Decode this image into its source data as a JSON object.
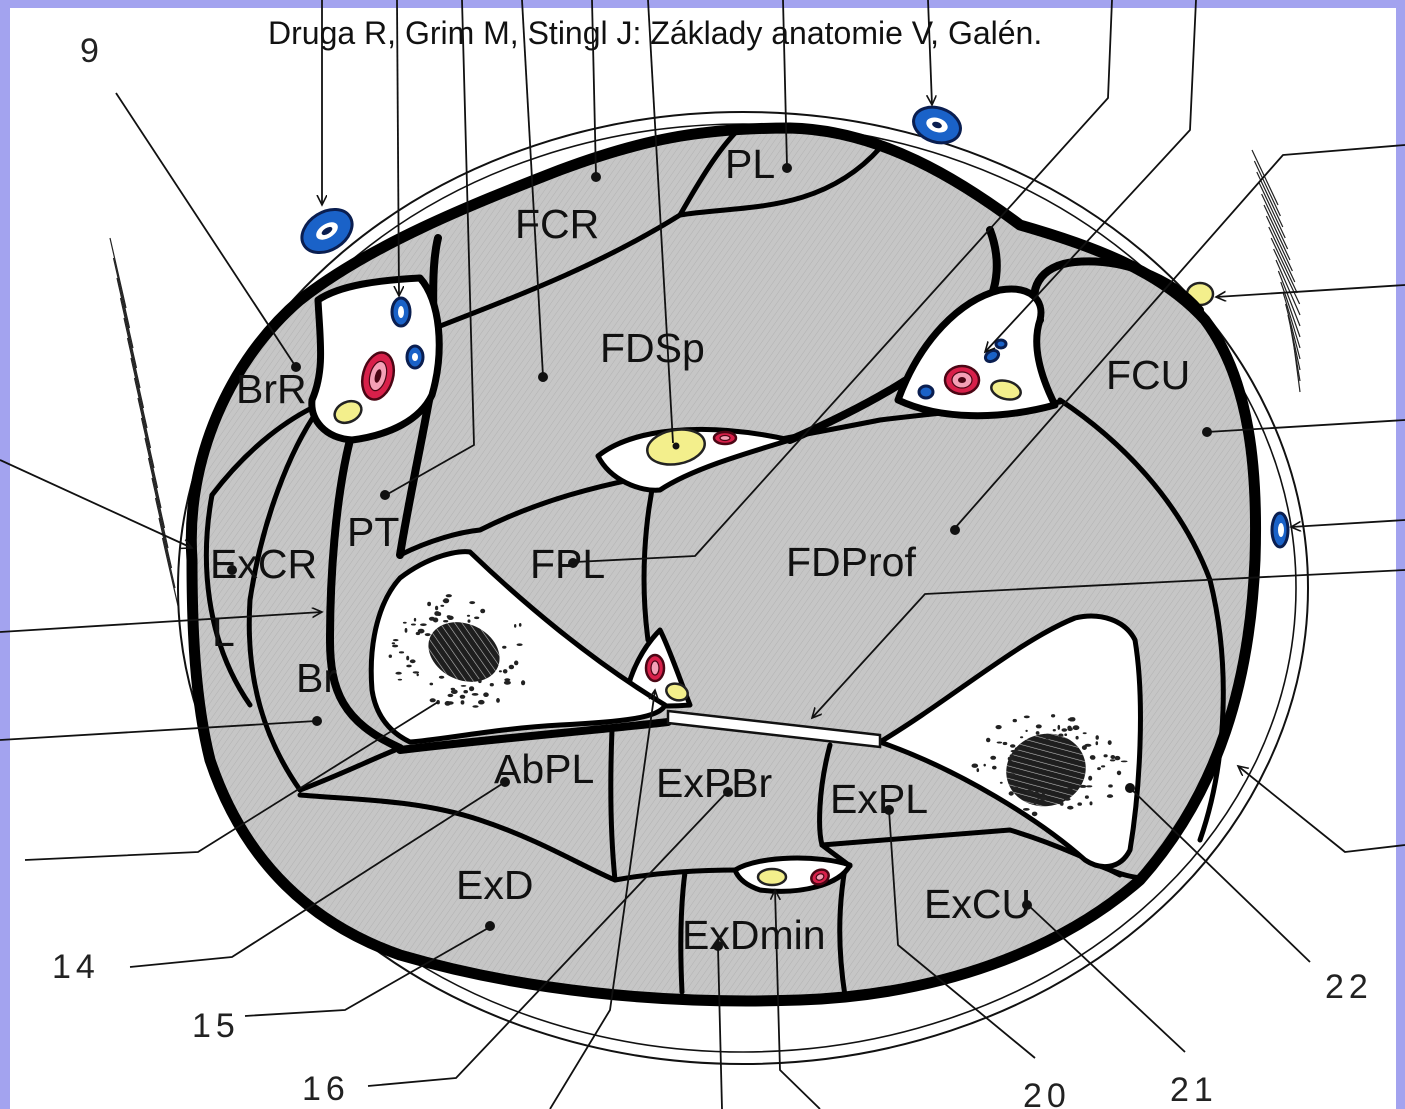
{
  "caption": "Druga R, Grim M, Stingl J: Základy anatomie V, Galén.",
  "labels": {
    "pl": "PL",
    "fcr": "FCR",
    "fdsp": "FDSp",
    "brr": "BrR",
    "fcu": "FCU",
    "pt": "PT",
    "excr": "ExCR",
    "fpl": "FPL",
    "fdprof": "FDProf",
    "l": "L",
    "br": "Br",
    "abpl": "AbPL",
    "expbr": "ExPBr",
    "expl": "ExPL",
    "exd": "ExD",
    "excu": "ExCU",
    "exdmin": "ExDmin"
  },
  "numbers": {
    "n9": "9",
    "n14": "14",
    "n15": "15",
    "n16": "16",
    "n20": "20",
    "n21": "21",
    "n22": "22"
  },
  "colors": {
    "frame": "#a3a3ef",
    "muscle": "#c6c6c6",
    "vein": "#1a62c8",
    "artery": "#d8204a",
    "nerve": "#f3ef8c",
    "marrow": "#1e1e1e"
  }
}
